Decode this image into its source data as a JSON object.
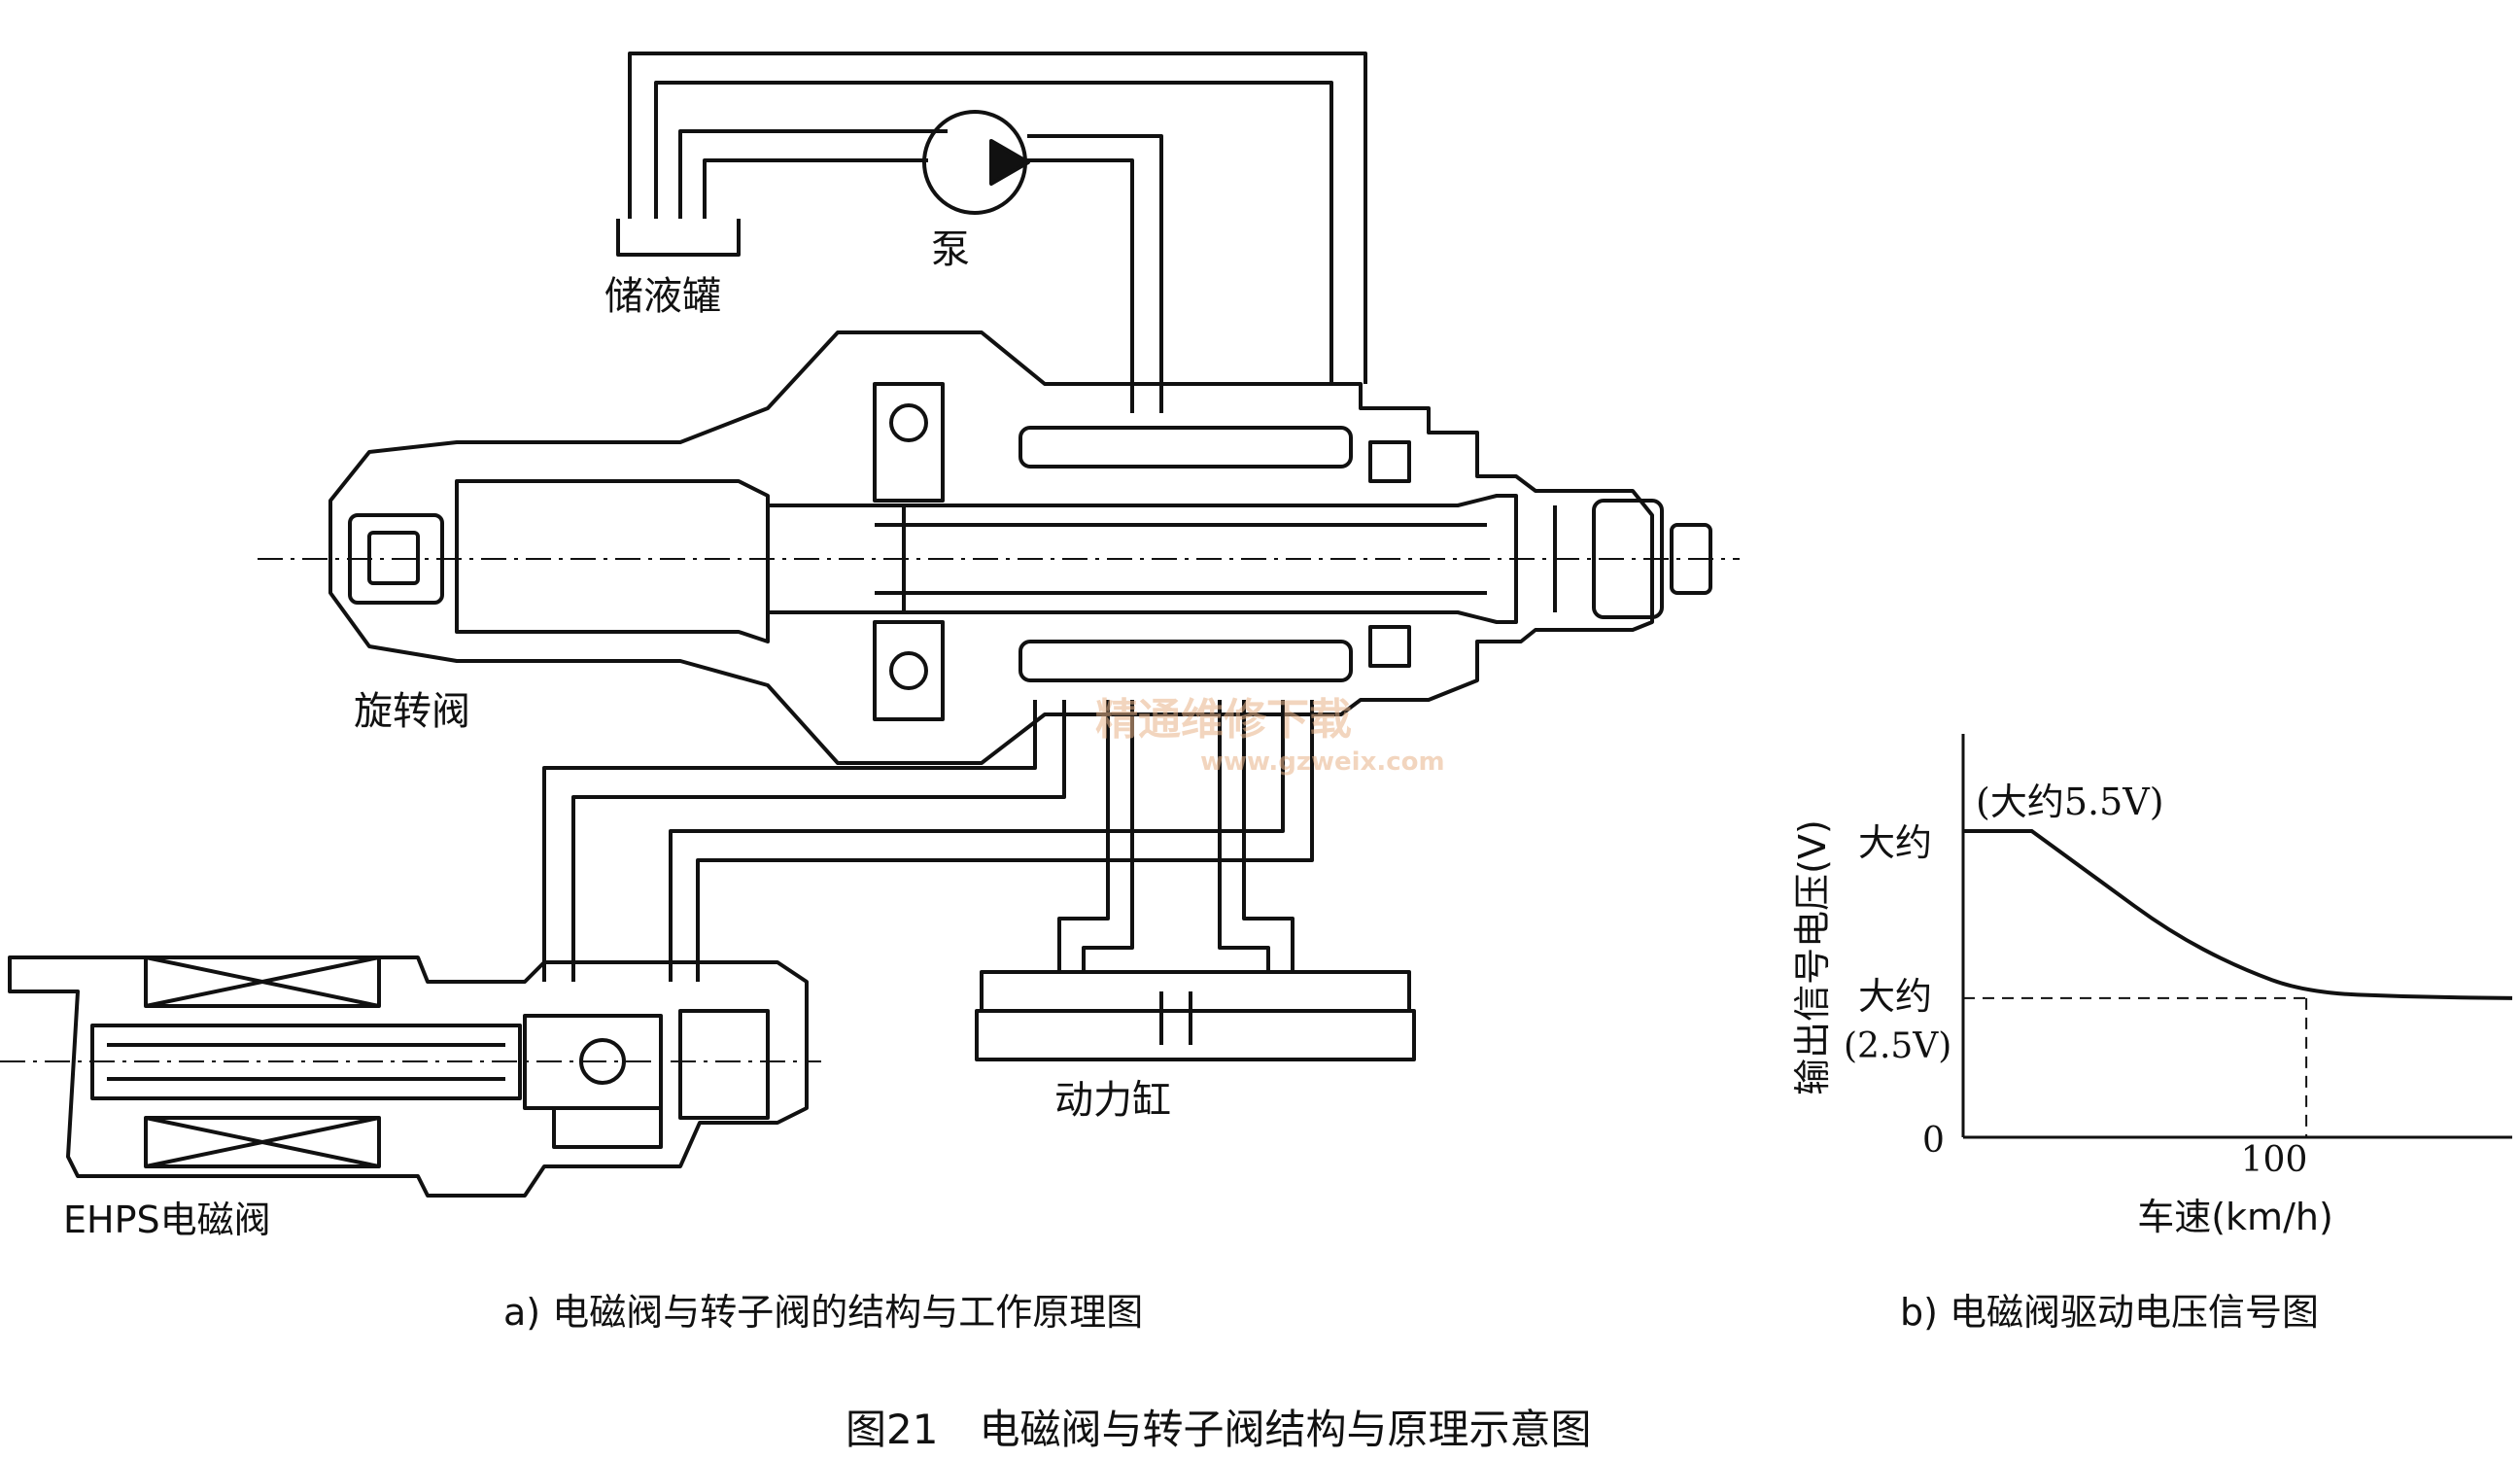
{
  "diagram_a": {
    "labels": {
      "tank": "储液罐",
      "pump": "泵",
      "rotary_valve": "旋转阀",
      "solenoid_valve": "EHPS电磁阀",
      "power_cylinder": "动力缸"
    },
    "caption": "a) 电磁阀与转子阀的结构与工作原理图",
    "watermark": {
      "line1": "精通维修下载",
      "line2": "www.gzweix.com"
    }
  },
  "chart_data": {
    "type": "line",
    "ylabel": "输出信号电压(V)",
    "xlabel": "车速(km/h)",
    "ytick_labels": [
      "0",
      "大约",
      "大约 (2.5V)"
    ],
    "xtick_labels": [
      "100"
    ],
    "annotation": "(大约5.5V)",
    "series": [
      {
        "x": [
          0,
          20,
          40,
          60,
          80,
          100,
          130,
          160
        ],
        "y": [
          5.5,
          5.5,
          4.6,
          3.7,
          3.05,
          2.6,
          2.52,
          2.5
        ]
      }
    ],
    "reference_lines": {
      "y": 2.5,
      "x": 100
    },
    "xlim": [
      0,
      160
    ],
    "ylim": [
      0,
      5.5
    ],
    "caption": "b) 电磁阀驱动电压信号图"
  },
  "figure_caption": "图21　电磁阀与转子阀结构与原理示意图"
}
